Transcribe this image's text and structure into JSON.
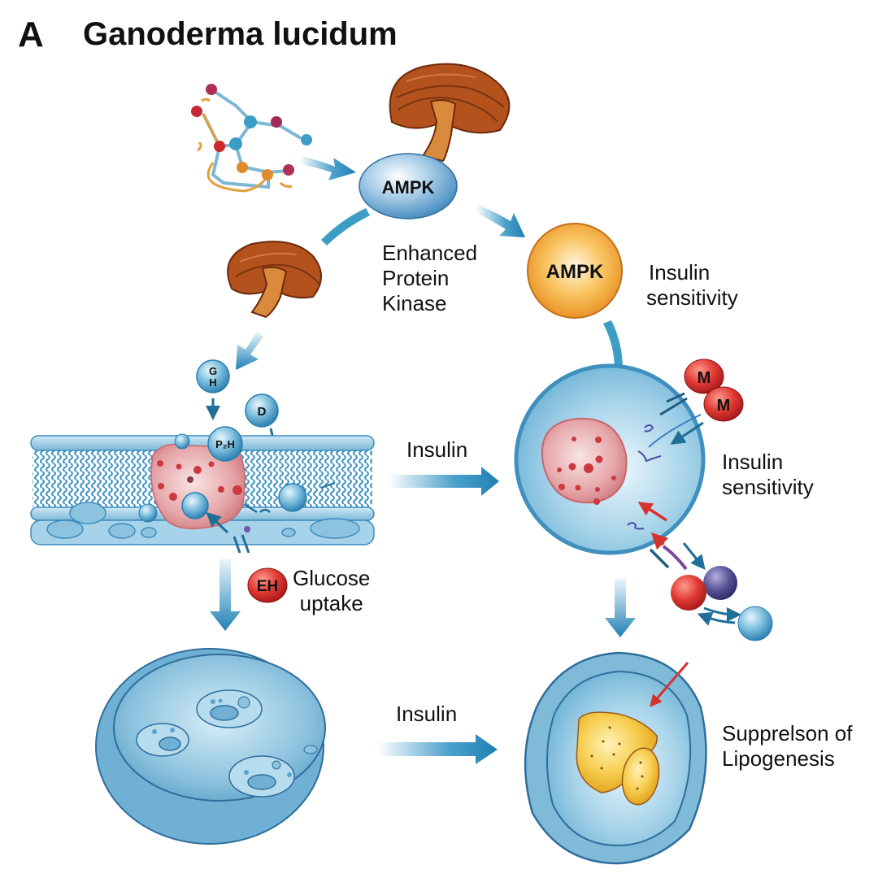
{
  "figure": {
    "panel_letter": "A",
    "title": "Ganoderma lucidum"
  },
  "nodes": {
    "ampk_blue": "AMPK",
    "ampk_orange": "AMPK",
    "gh_top": "G",
    "gh_bottom": "H",
    "d_molecule": "D",
    "ph_molecule": "P₂H",
    "eh_molecule": "EH",
    "m1": "M",
    "m2": "M"
  },
  "labels": {
    "enhanced_kinase": [
      "Enhanced",
      "Protein",
      "Kinase"
    ],
    "insulin_sensitivity_top": [
      "Insulin",
      "sensitivity"
    ],
    "insulin_sensitivity_mid": [
      "Insulin",
      "sensitivity"
    ],
    "insulin_arrow_mid": "Insulin",
    "insulin_arrow_bottom": "Insulin",
    "glucose_uptake": [
      "Glucose",
      "uptake"
    ],
    "lipogenesis": [
      "Supprelson of",
      "Lipogenesis"
    ]
  },
  "colors": {
    "arrow_blue": "#2b8fc2",
    "mushroom_brown": "#b4521e",
    "mushroom_stem": "#d98a3c",
    "ampk_blue": "#6fa8cf",
    "ampk_orange": "#f0a030",
    "cell_blue": "#8ec6e0",
    "nucleus_pink": "#e8a3a8",
    "red_molecule": "#d8322e",
    "lipid_yellow": "#f0c23c"
  }
}
